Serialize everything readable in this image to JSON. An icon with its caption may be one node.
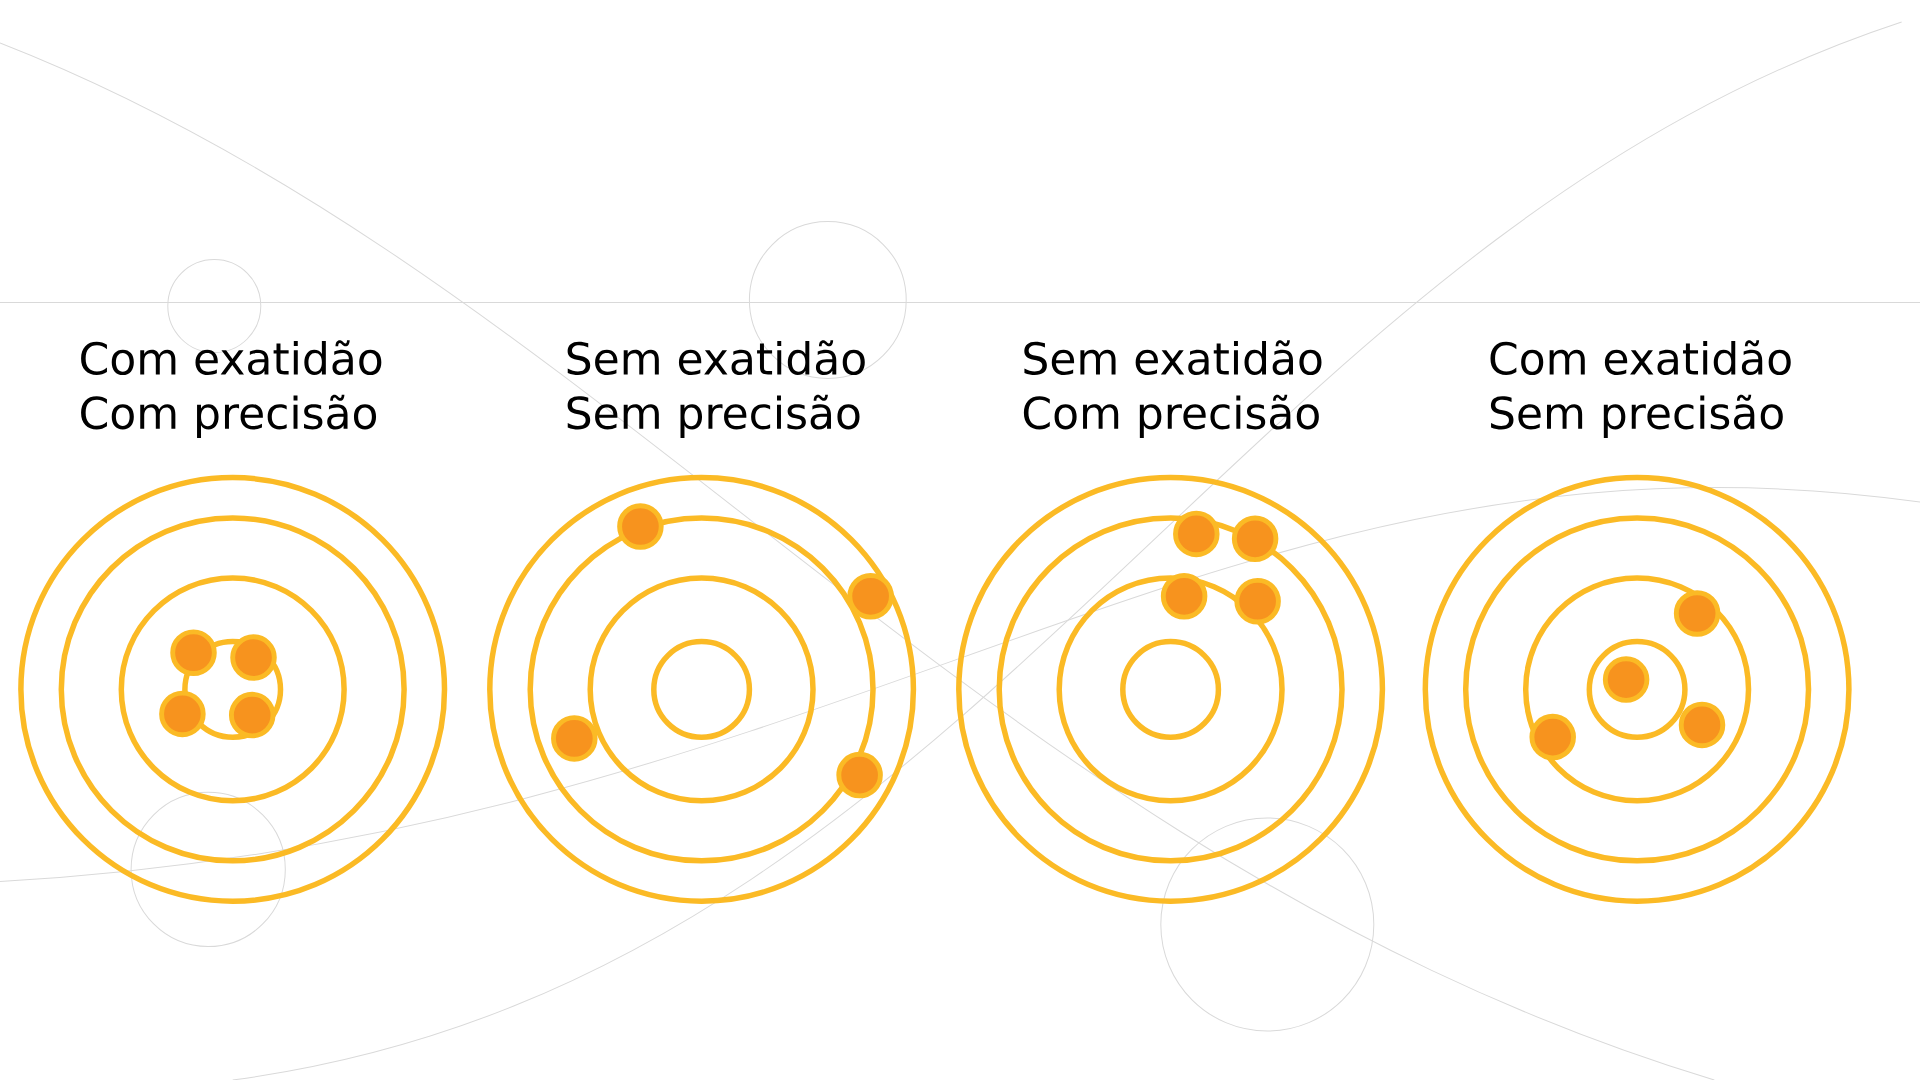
{
  "diagram": {
    "labels": [
      "Com exatidão",
      "Com precisão",
      "Sem exatidão",
      "Sem precisão",
      "Sem exatidão",
      "Com precisão",
      "Com exatidão",
      "Sem precisão"
    ]
  }
}
